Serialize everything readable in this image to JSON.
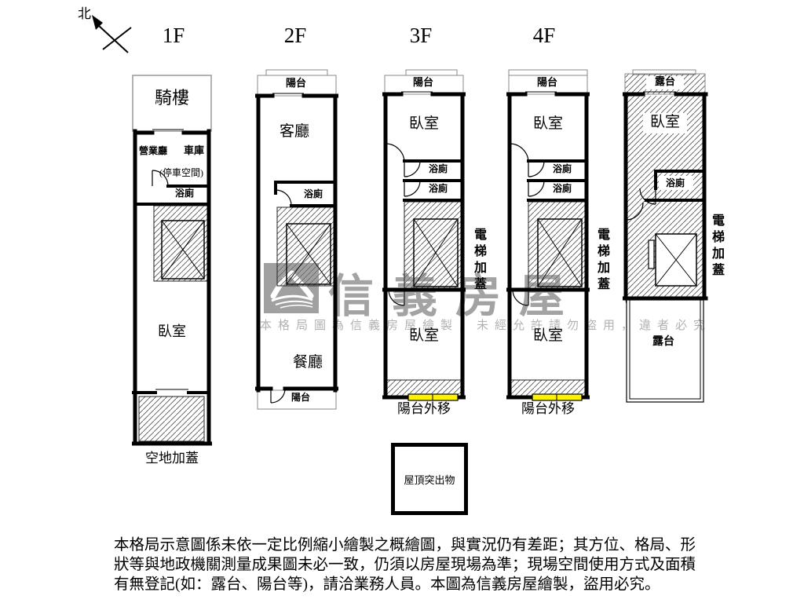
{
  "north": {
    "label": "北"
  },
  "floor_labels": [
    "1F",
    "2F",
    "3F",
    "4F"
  ],
  "plans": {
    "f1": {
      "arcade": "騎樓",
      "business_hall": "營業廳",
      "garage": "車庫",
      "parking_note": "(停車空間)",
      "bath": "浴廁",
      "bedroom": "臥室",
      "ground_addition": "空地加蓋"
    },
    "f2": {
      "balcony_top": "陽台",
      "living_room": "客廳",
      "bath": "浴廁",
      "dining_room": "餐廳",
      "balcony_bottom": "陽台"
    },
    "f3": {
      "balcony_top": "陽台",
      "bedroom_front": "臥室",
      "bath_1": "浴廁",
      "bath_2": "浴廁",
      "bedroom_rear": "臥室",
      "balcony_shifted": "陽台外移",
      "elevator_note": "電梯加蓋"
    },
    "f4": {
      "balcony_top": "陽台",
      "bedroom_front": "臥室",
      "bath_1": "浴廁",
      "bath_2": "浴廁",
      "bedroom_rear": "臥室",
      "balcony_shifted": "陽台外移",
      "elevator_note": "電梯加蓋"
    },
    "roof": {
      "terrace_front": "露台",
      "bedroom": "臥室",
      "bath": "浴廁",
      "terrace_rear": "露台",
      "elevator_note": "電梯加蓋",
      "roof_protrusion": "屋頂突出物"
    }
  },
  "watermark": {
    "brand": "信義房屋",
    "notice": "本格局圖為信義房屋繪製，未經允許請勿盜用，違者必究"
  },
  "disclaimer": {
    "line1": "本格局示意圖係未依一定比例縮小繪製之概繪圖，與實況仍有差距；其方位、格局、形",
    "line2": "狀等與地政機關測量成果圖未必一致，仍須以房屋現場為準；現場空間使用方式及面積",
    "line3": "有無登記(如：露台、陽台等)，請洽業務人員。本圖為信義房屋繪製，盜用必究。"
  },
  "colors": {
    "window_highlight": "#fdf200",
    "watermark_gray": "#a3a3a3",
    "wall_black": "#000000"
  }
}
